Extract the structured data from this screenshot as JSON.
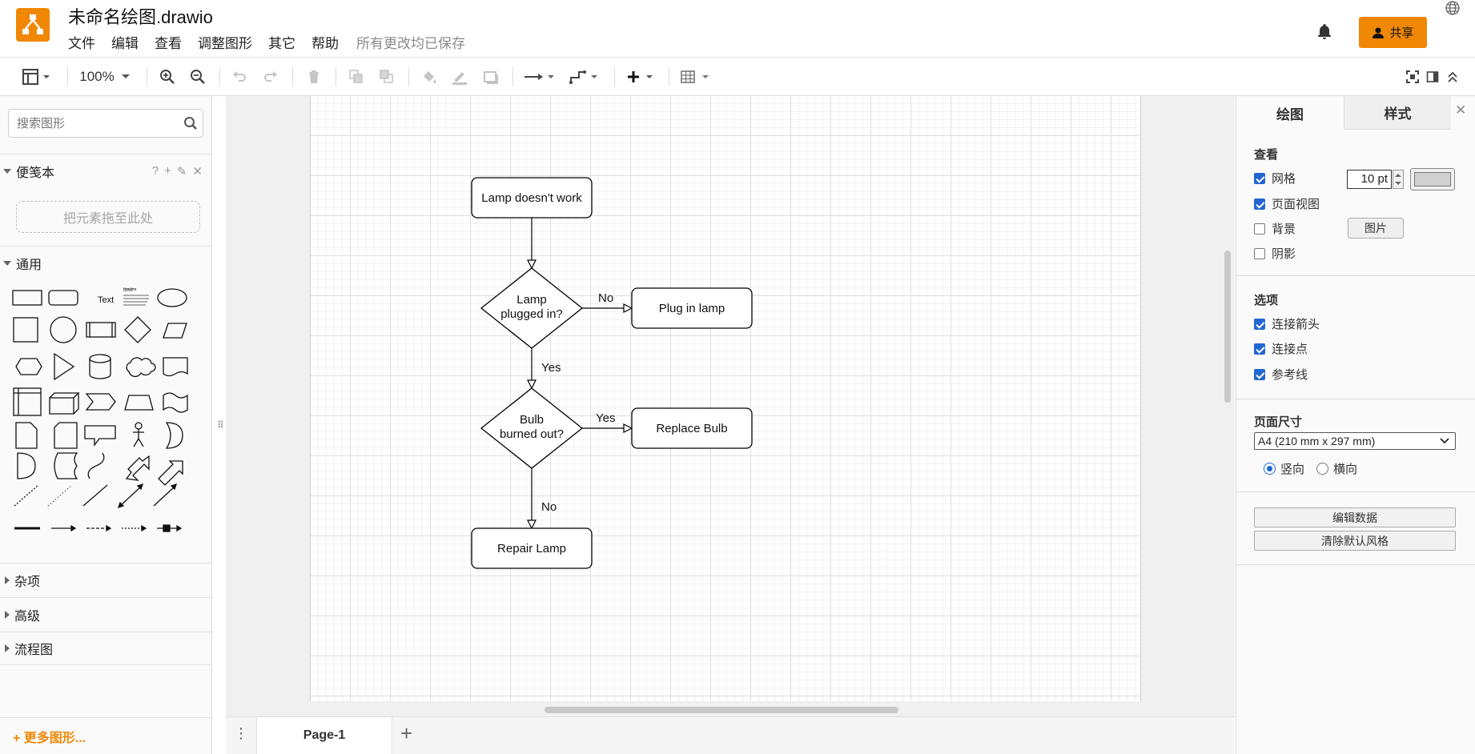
{
  "app": {
    "title": "未命名绘图.drawio",
    "menu": [
      "文件",
      "编辑",
      "查看",
      "调整图形",
      "其它",
      "帮助"
    ],
    "save_status": "所有更改均已保存",
    "share_label": "共享"
  },
  "toolbar": {
    "zoom": "100%"
  },
  "sidebar": {
    "search_placeholder": "搜索图形",
    "scratchpad": {
      "title": "便笺本",
      "tools": [
        "?",
        "+",
        "✎",
        "✕"
      ],
      "drop_hint": "把元素拖至此处"
    },
    "general": {
      "title": "通用",
      "text_shape_label": "Text",
      "heading_shape_label": "Heading"
    },
    "collapsed_sections": [
      "杂项",
      "高级",
      "流程图"
    ],
    "more_shapes": "+ 更多图形..."
  },
  "diagram": {
    "nodes": {
      "start": "Lamp doesn't work",
      "q1_line1": "Lamp",
      "q1_line2": "plugged in?",
      "plug": "Plug in lamp",
      "q2_line1": "Bulb",
      "q2_line2": "burned out?",
      "replace": "Replace Bulb",
      "repair": "Repair Lamp"
    },
    "edges": {
      "q1_no": "No",
      "q1_yes": "Yes",
      "q2_yes": "Yes",
      "q2_no": "No"
    }
  },
  "pages": {
    "active": "Page-1",
    "add_icon": "+"
  },
  "format_panel": {
    "tabs": [
      "绘图",
      "样式"
    ],
    "view_section": "查看",
    "grid": {
      "label": "网格",
      "checked": true,
      "size": "10 pt"
    },
    "page_view": {
      "label": "页面视图",
      "checked": true
    },
    "background": {
      "label": "背景",
      "checked": false,
      "button": "图片"
    },
    "shadow": {
      "label": "阴影",
      "checked": false
    },
    "options_section": "选项",
    "connection_arrows": {
      "label": "连接箭头",
      "checked": true
    },
    "connection_points": {
      "label": "连接点",
      "checked": true
    },
    "guides": {
      "label": "参考线",
      "checked": true
    },
    "paper_section": "页面尺寸",
    "paper_size": "A4 (210 mm x 297 mm)",
    "portrait": {
      "label": "竖向",
      "selected": true
    },
    "landscape": {
      "label": "横向",
      "selected": false
    },
    "edit_data": "编辑数据",
    "clear_default_style": "清除默认风格"
  },
  "colors": {
    "accent": "#f08705",
    "checkbox": "#2167d1"
  }
}
